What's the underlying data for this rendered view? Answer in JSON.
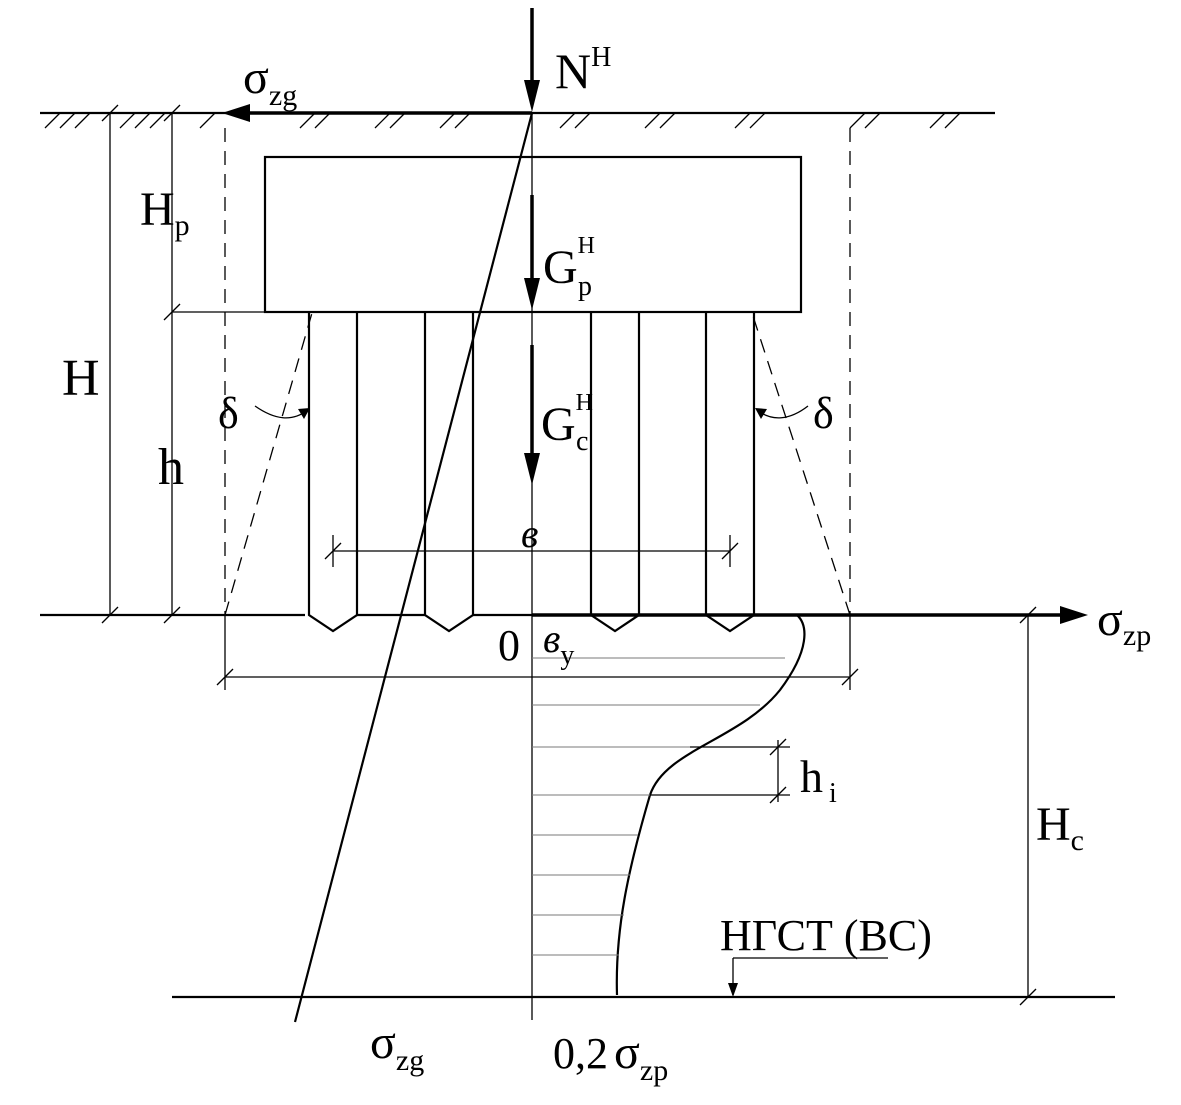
{
  "labels": {
    "n_main": "N",
    "n_sup": "Н",
    "sigma_zg_top_main": "σ",
    "sigma_zg_top_sub": "zg",
    "hp_main": "H",
    "hp_sub": "p",
    "gp_main": "G",
    "gp_sup": "Н",
    "gp_sub": "p",
    "H": "H",
    "delta_left": "δ",
    "delta_right": "δ",
    "gc_main": "G",
    "gc_sup": "Н",
    "gc_sub": "c",
    "h": "h",
    "b": "в",
    "origin": "0",
    "by_main": "в",
    "by_sub": "y",
    "sigma_zp_right_main": "σ",
    "sigma_zp_right_sub": "zp",
    "hi_main": "h",
    "hi_sub": "i",
    "hc_main": "H",
    "hc_sub": "c",
    "ngst": "НГСТ (ВС)",
    "sigma_zg_bottom_main": "σ",
    "sigma_zg_bottom_sub": "zg",
    "sigma_zp_bottom_prefix": "0,2",
    "sigma_zp_bottom_main": "σ",
    "sigma_zp_bottom_sub": "zp"
  }
}
